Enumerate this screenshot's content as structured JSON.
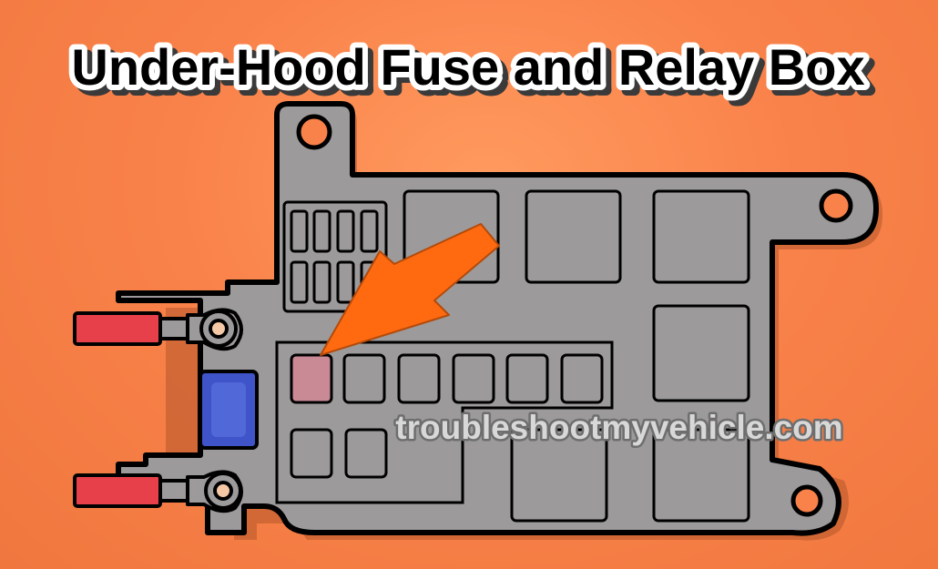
{
  "title": "Under-Hood Fuse and Relay Box",
  "watermark": "troubleshootmyvehicle.com",
  "colors": {
    "background": "#f9824a",
    "box_fill": "#9c9a9a",
    "box_outline": "#000000",
    "highlighted_fuse": "#c98a96",
    "arrow": "#ff6a10",
    "cable": "#e8404a",
    "terminal_block": "#3f54c9",
    "title_text": "#000000",
    "title_outline": "#ffffff"
  },
  "callout": {
    "target": "highlighted-fuse",
    "indicator": "arrow"
  }
}
